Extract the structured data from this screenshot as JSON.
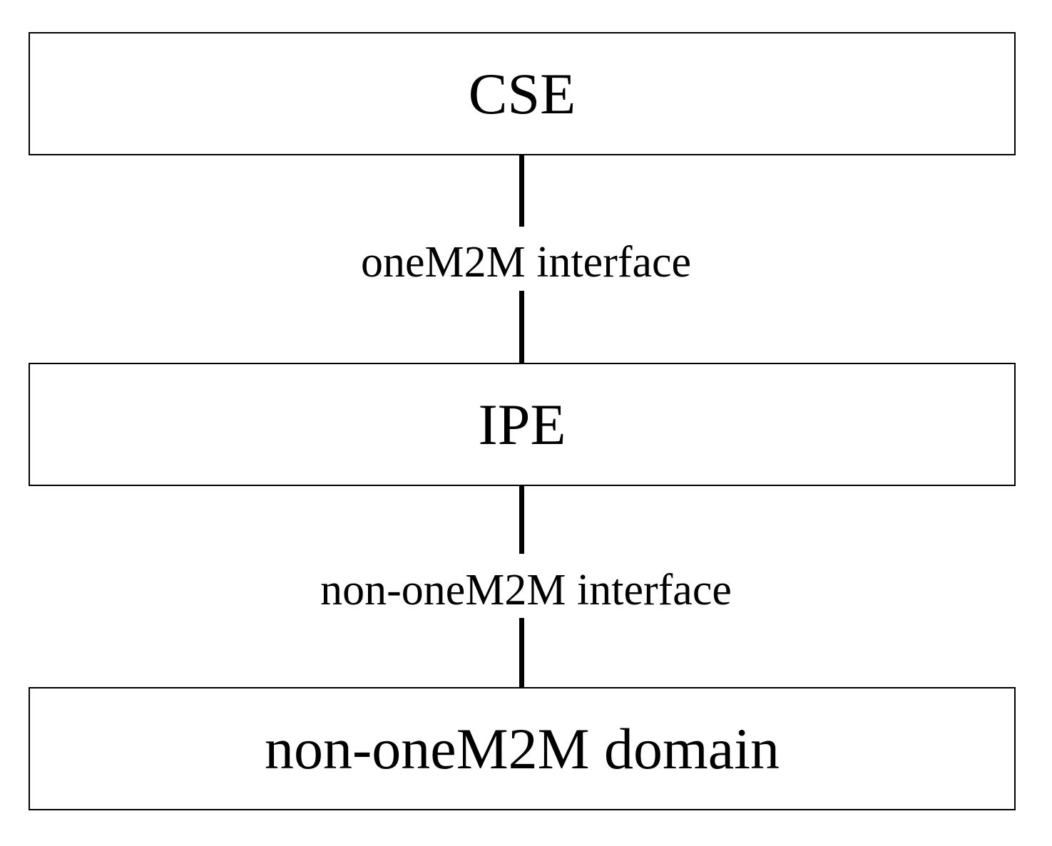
{
  "nodes": {
    "cse": {
      "label": "CSE"
    },
    "ipe": {
      "label": "IPE"
    },
    "domain": {
      "label": "non-oneM2M domain"
    }
  },
  "links": {
    "cse_ipe": {
      "label": "oneM2M interface"
    },
    "ipe_domain": {
      "label": "non-oneM2M interface"
    }
  },
  "colors": {
    "stroke": "#000000",
    "background": "#ffffff"
  }
}
